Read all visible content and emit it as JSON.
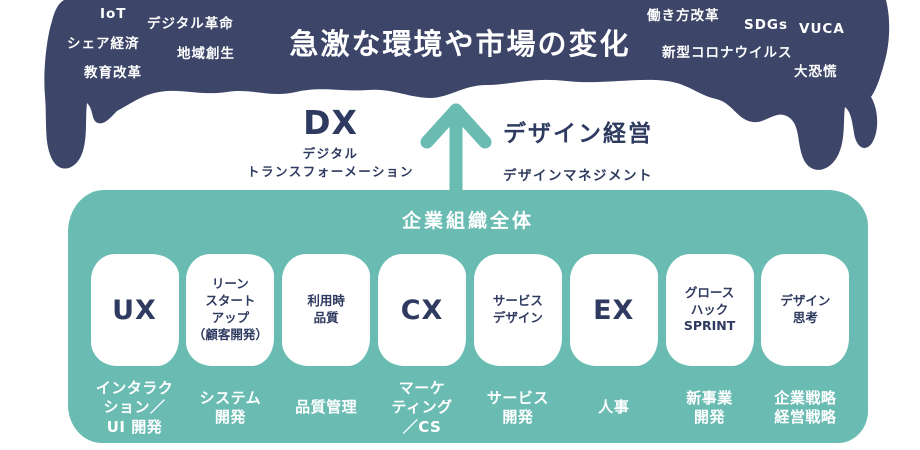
{
  "colors": {
    "navy": "#3d4569",
    "teal": "#6abcb3",
    "white_text": "#ffffff",
    "navy_text": "#2e3a5f"
  },
  "cloud": {
    "title": "急激な環境や市場の変化",
    "keywords": [
      {
        "label": "IoT"
      },
      {
        "label": "デジタル革命"
      },
      {
        "label": "シェア経済"
      },
      {
        "label": "地域創生"
      },
      {
        "label": "教育改革"
      },
      {
        "label": "働き方改革"
      },
      {
        "label": "SDGs"
      },
      {
        "label": "VUCA"
      },
      {
        "label": "新型コロナウイルス"
      },
      {
        "label": "大恐慌"
      }
    ]
  },
  "transition": {
    "dx_title": "DX",
    "dx_sub": "デジタル\nトランスフォーメーション",
    "design_title": "デザイン経営",
    "design_sub": "デザインマネジメント",
    "arrow_icon": "arrow-up"
  },
  "org": {
    "title": "企業組織全体",
    "columns": [
      {
        "box": "UX",
        "caption": "インタラク\nション／\nUI 開発"
      },
      {
        "box": "リーン\nスタート\nアップ\n（顧客開発）",
        "caption": "システム\n開発"
      },
      {
        "box": "利用時\n品質",
        "caption": "品質管理"
      },
      {
        "box": "CX",
        "caption": "マーケ\nティング\n／CS"
      },
      {
        "box": "サービス\nデザイン",
        "caption": "サービス\n開発"
      },
      {
        "box": "EX",
        "caption": "人事"
      },
      {
        "box": "グロース\nハック\nSPRINT",
        "caption": "新事業\n開発"
      },
      {
        "box": "デザイン\n思考",
        "caption": "企業戦略\n経営戦略"
      }
    ]
  }
}
